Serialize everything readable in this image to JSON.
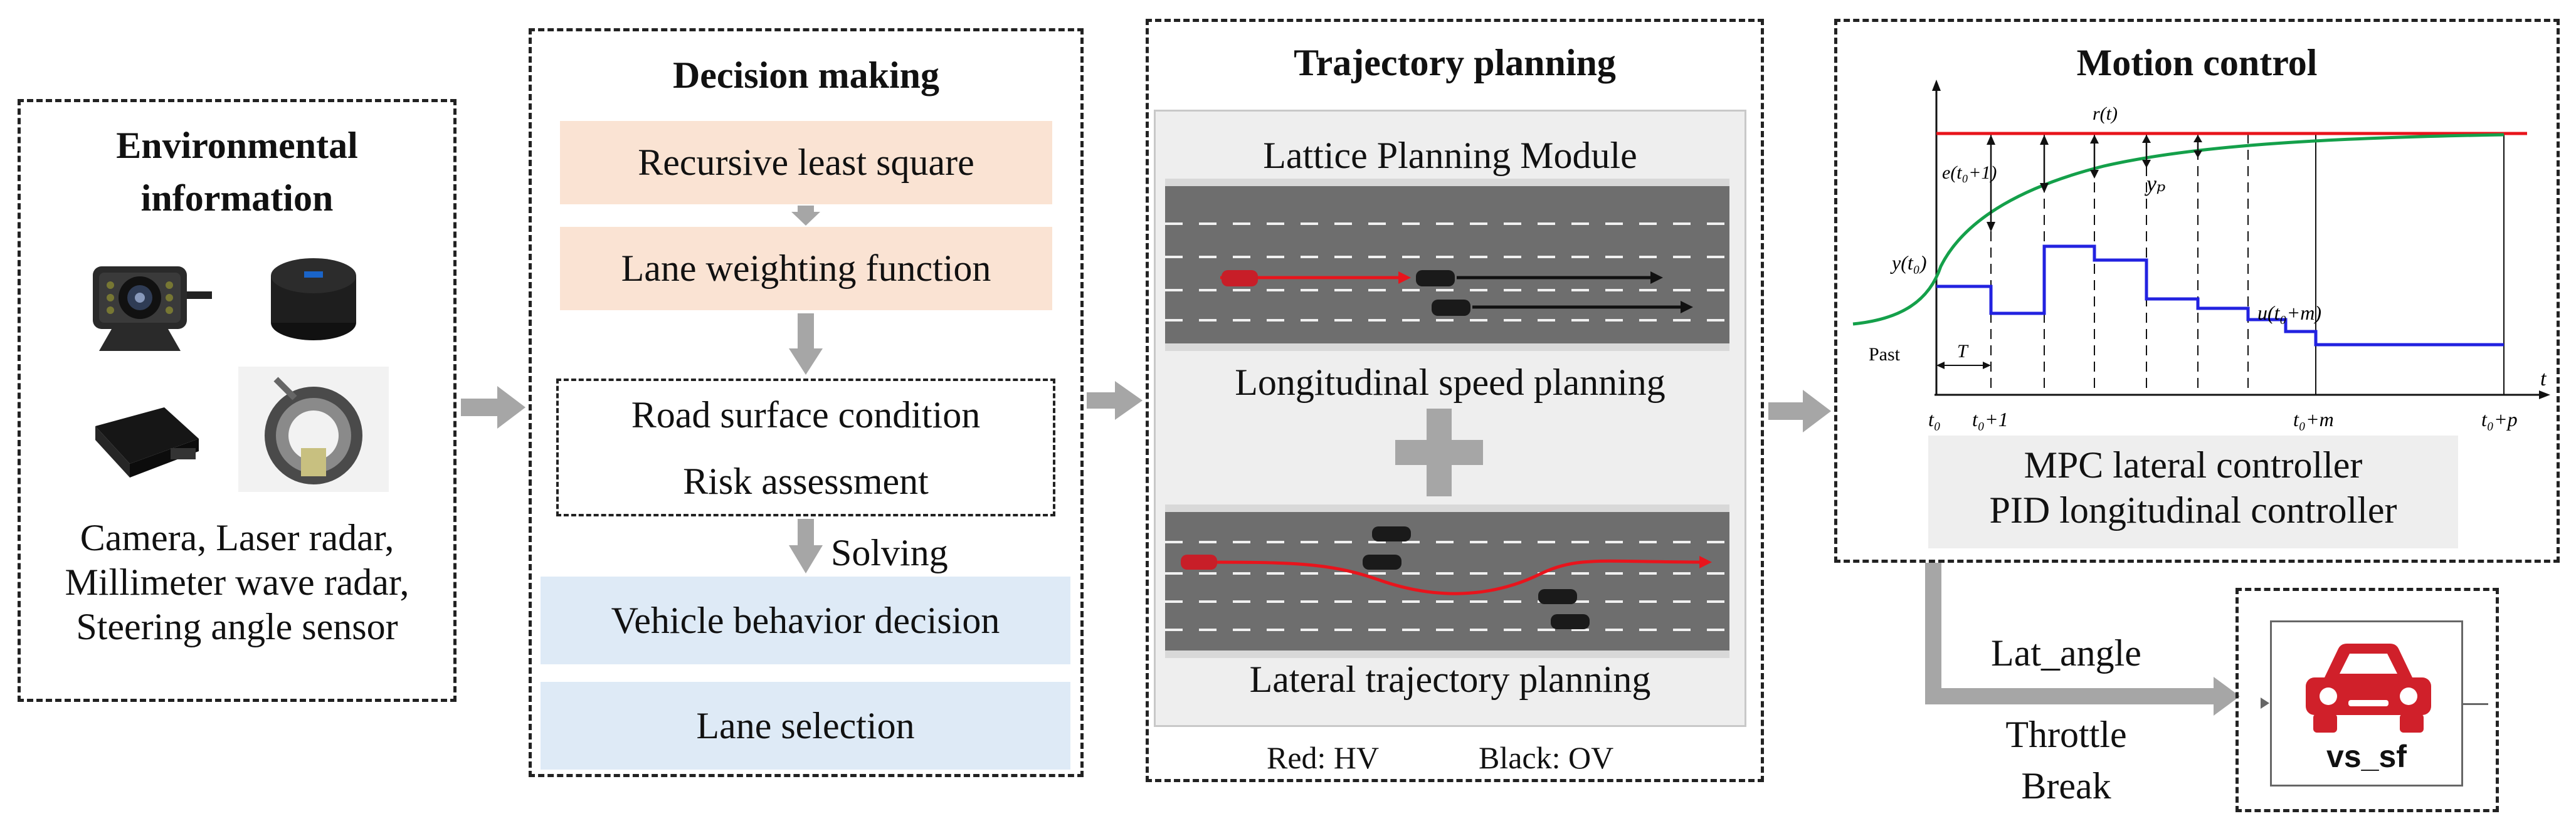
{
  "env": {
    "title_line1": "Environmental",
    "title_line2": "information",
    "sensors_line1": "Camera, Laser radar,",
    "sensors_line2": "Millimeter wave radar,",
    "sensors_line3": "Steering angle sensor",
    "icons": [
      "camera-icon",
      "laser-radar-icon",
      "millimeter-wave-radar-icon",
      "steering-angle-sensor-icon"
    ]
  },
  "decision": {
    "title": "Decision making",
    "rls": "Recursive least square",
    "lwf": "Lane weighting function",
    "road_line1": "Road surface condition",
    "road_line2": "Risk assessment",
    "solving": "Solving",
    "behavior": "Vehicle behavior decision",
    "lane": "Lane selection"
  },
  "trajectory": {
    "title": "Trajectory planning",
    "lattice": "Lattice Planning Module",
    "longitudinal": "Longitudinal speed planning",
    "lateral": "Lateral trajectory planning",
    "legend_red": "Red: HV",
    "legend_black": "Black: OV"
  },
  "motion": {
    "title": "Motion control",
    "mpc": "MPC lateral controller",
    "pid": "PID longitudinal controller",
    "chart_labels": {
      "rt": "r(t)",
      "e": "e(t₀+1)",
      "yp": "yₚ",
      "yt0": "y(t₀)",
      "u": "u(t₀+m)",
      "past": "Past",
      "T": "T",
      "t": "t",
      "t0": "t₀",
      "t0p1": "t₀+1",
      "t0pm": "t₀+m",
      "t0pp": "t₀+p"
    }
  },
  "output": {
    "lat_angle": "Lat_angle",
    "throttle": "Throttle",
    "break": "Break",
    "block_label": "vs_sf"
  },
  "colors": {
    "arrow_gray": "#a6a6a6",
    "reference_red": "#e8141c",
    "prediction_green": "#14a04a",
    "control_blue": "#2222e0",
    "car_red": "#d0202a"
  }
}
